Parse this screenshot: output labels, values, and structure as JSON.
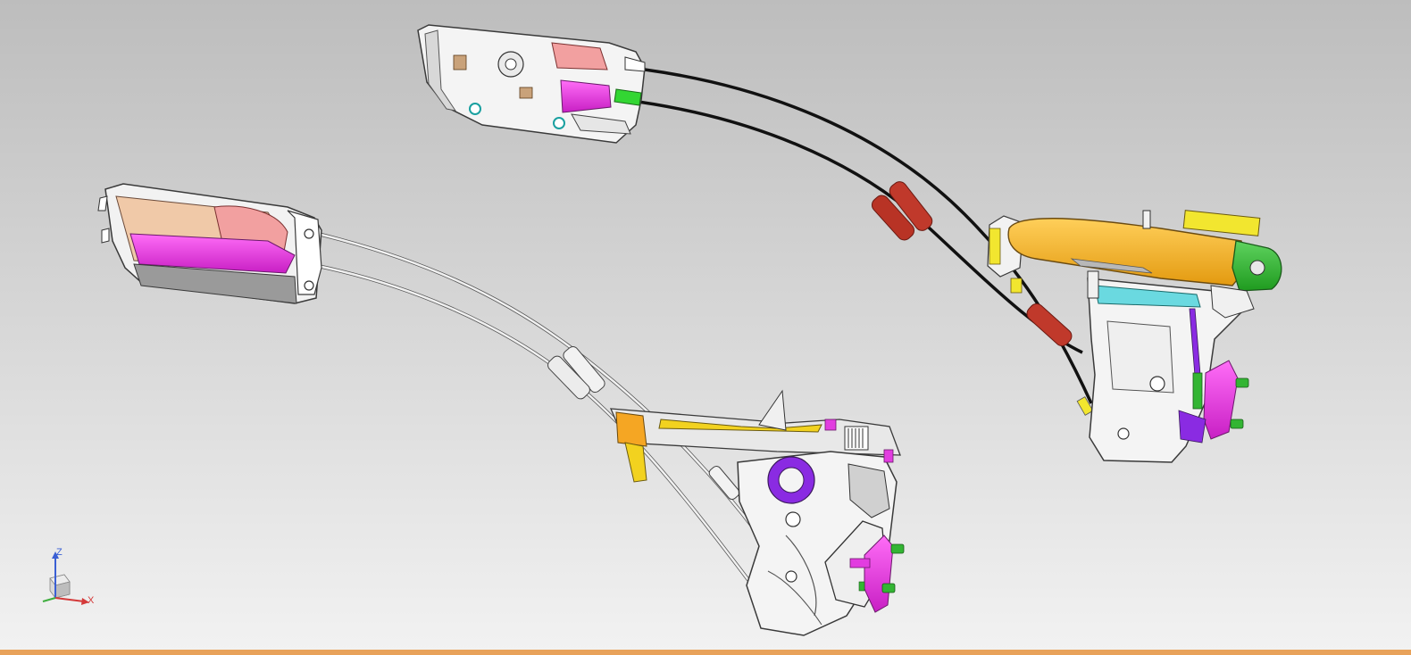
{
  "viewport": {
    "background_top": "#bdbdbd",
    "background_bottom": "#f2f2f2"
  },
  "triad": {
    "x_label": "X",
    "z_label": "Z",
    "x_color": "#d43a3a",
    "z_color": "#3a5fd4",
    "y_color": "#3fae3f"
  },
  "colors": {
    "housing": "#f4f4f4",
    "outline": "#3a3a3a",
    "magenta": "#e23de0",
    "purple": "#8a2be2",
    "yellow": "#f2d21f",
    "orange": "#f5a623",
    "green": "#33b533",
    "red_sleeve": "#c0392b",
    "cable_black": "#111111",
    "cable_white": "#e8e8e8",
    "pink": "#f2a0a0",
    "tan": "#f0c9a8"
  },
  "parts": [
    {
      "name": "rear-inner-handle",
      "interactable": true
    },
    {
      "name": "front-inner-handle",
      "interactable": true
    },
    {
      "name": "front-outer-handle",
      "interactable": true
    },
    {
      "name": "front-latch-assembly",
      "interactable": true
    },
    {
      "name": "rear-latch-assembly",
      "interactable": true
    },
    {
      "name": "black-cable-pair",
      "interactable": true
    },
    {
      "name": "white-cable-pair",
      "interactable": true
    }
  ]
}
